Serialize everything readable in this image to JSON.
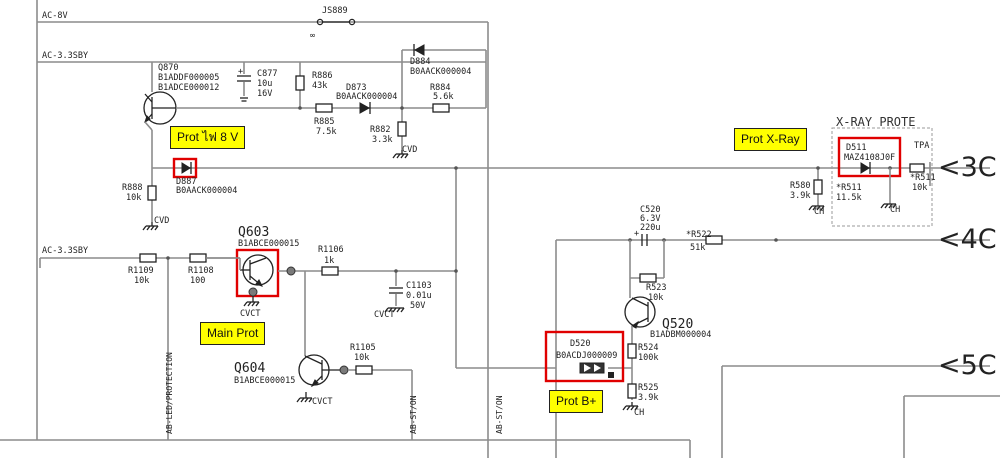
{
  "nets": {
    "ac_8v": "AC-8V",
    "ac_33sby_top": "AC-3.3SBY",
    "ac_33sby_mid": "AC-3.3SBY",
    "ab_led_protection": "AB-LED/PROTECTION",
    "ab_st_on_1": "AB-ST/ON",
    "ab_st_on_2": "AB-ST/ON"
  },
  "grounds": {
    "cvd_1": "CVD",
    "cvd_2": "CVD",
    "cvct_1": "CVCT",
    "cvct_2": "CVCT",
    "cvct_3": "CVCT",
    "ch_1": "CH",
    "ch_2": "CH",
    "ch_3": "CH"
  },
  "components": {
    "js889": {
      "ref": "JS889",
      "sym": "∞"
    },
    "q870": {
      "ref": "Q870",
      "part1": "B1ADDF000005",
      "part2": "B1ADCE000012"
    },
    "c877": {
      "ref": "C877",
      "v1": "10u",
      "v2": "16V"
    },
    "r886": {
      "ref": "R886",
      "value": "43k"
    },
    "d873": {
      "ref": "D873",
      "part": "B0AACK000004"
    },
    "d884": {
      "ref": "D884",
      "part": "B0AACK000004"
    },
    "r884": {
      "ref": "R884",
      "value": "5.6k"
    },
    "r885": {
      "ref": "R885",
      "value": "7.5k"
    },
    "r882": {
      "ref": "R882",
      "value": "3.3k"
    },
    "d887": {
      "ref": "D887",
      "part": "B0AACK000004"
    },
    "r888": {
      "ref": "R888",
      "value": "10k"
    },
    "q603": {
      "ref": "Q603",
      "part": "B1ABCE000015"
    },
    "r1106": {
      "ref": "R1106",
      "value": "1k"
    },
    "c1103": {
      "ref": "C1103",
      "v1": "0.01u",
      "v2": "50V"
    },
    "r1109": {
      "ref": "R1109",
      "value": "10k"
    },
    "r1108": {
      "ref": "R1108",
      "value": "100"
    },
    "q604": {
      "ref": "Q604",
      "part": "B1ABCE000015"
    },
    "r1105": {
      "ref": "R1105",
      "value": "10k"
    },
    "c520": {
      "ref": "C520",
      "v1": "6.3V",
      "v2": "220u"
    },
    "r522": {
      "ref": "*R522",
      "value": "51k"
    },
    "r523": {
      "ref": "R523",
      "value": "10k"
    },
    "q520": {
      "ref": "Q520",
      "part": "B1ADBM000004"
    },
    "r524": {
      "ref": "R524",
      "value": "100k"
    },
    "d520": {
      "ref": "D520",
      "part": "B0ACDJ000009"
    },
    "r525": {
      "ref": "R525",
      "value": "3.9k"
    },
    "r580": {
      "ref": "R580",
      "value": "3.9k"
    },
    "r511": {
      "ref": "*R511",
      "value": "11.5k"
    },
    "d511": {
      "ref": "D511",
      "part": "MAZ4108J0F"
    },
    "r511b": {
      "ref": "*R511",
      "value": "10k"
    },
    "tpa": {
      "ref": "TPA"
    }
  },
  "xray_block": {
    "title": "X-RAY PROTE"
  },
  "connectors": {
    "c3": "<3C",
    "c4": "<4C",
    "c5": "<5C"
  },
  "annotations": {
    "prot_8v": "Prot ไฟ 8 V",
    "prot_xray": "Prot X-Ray",
    "main_prot": "Main Prot",
    "prot_b": "Prot B+"
  },
  "colors": {
    "highlight": "#ffff00",
    "marker": "#e00000",
    "wire": "#8c8c8c"
  }
}
